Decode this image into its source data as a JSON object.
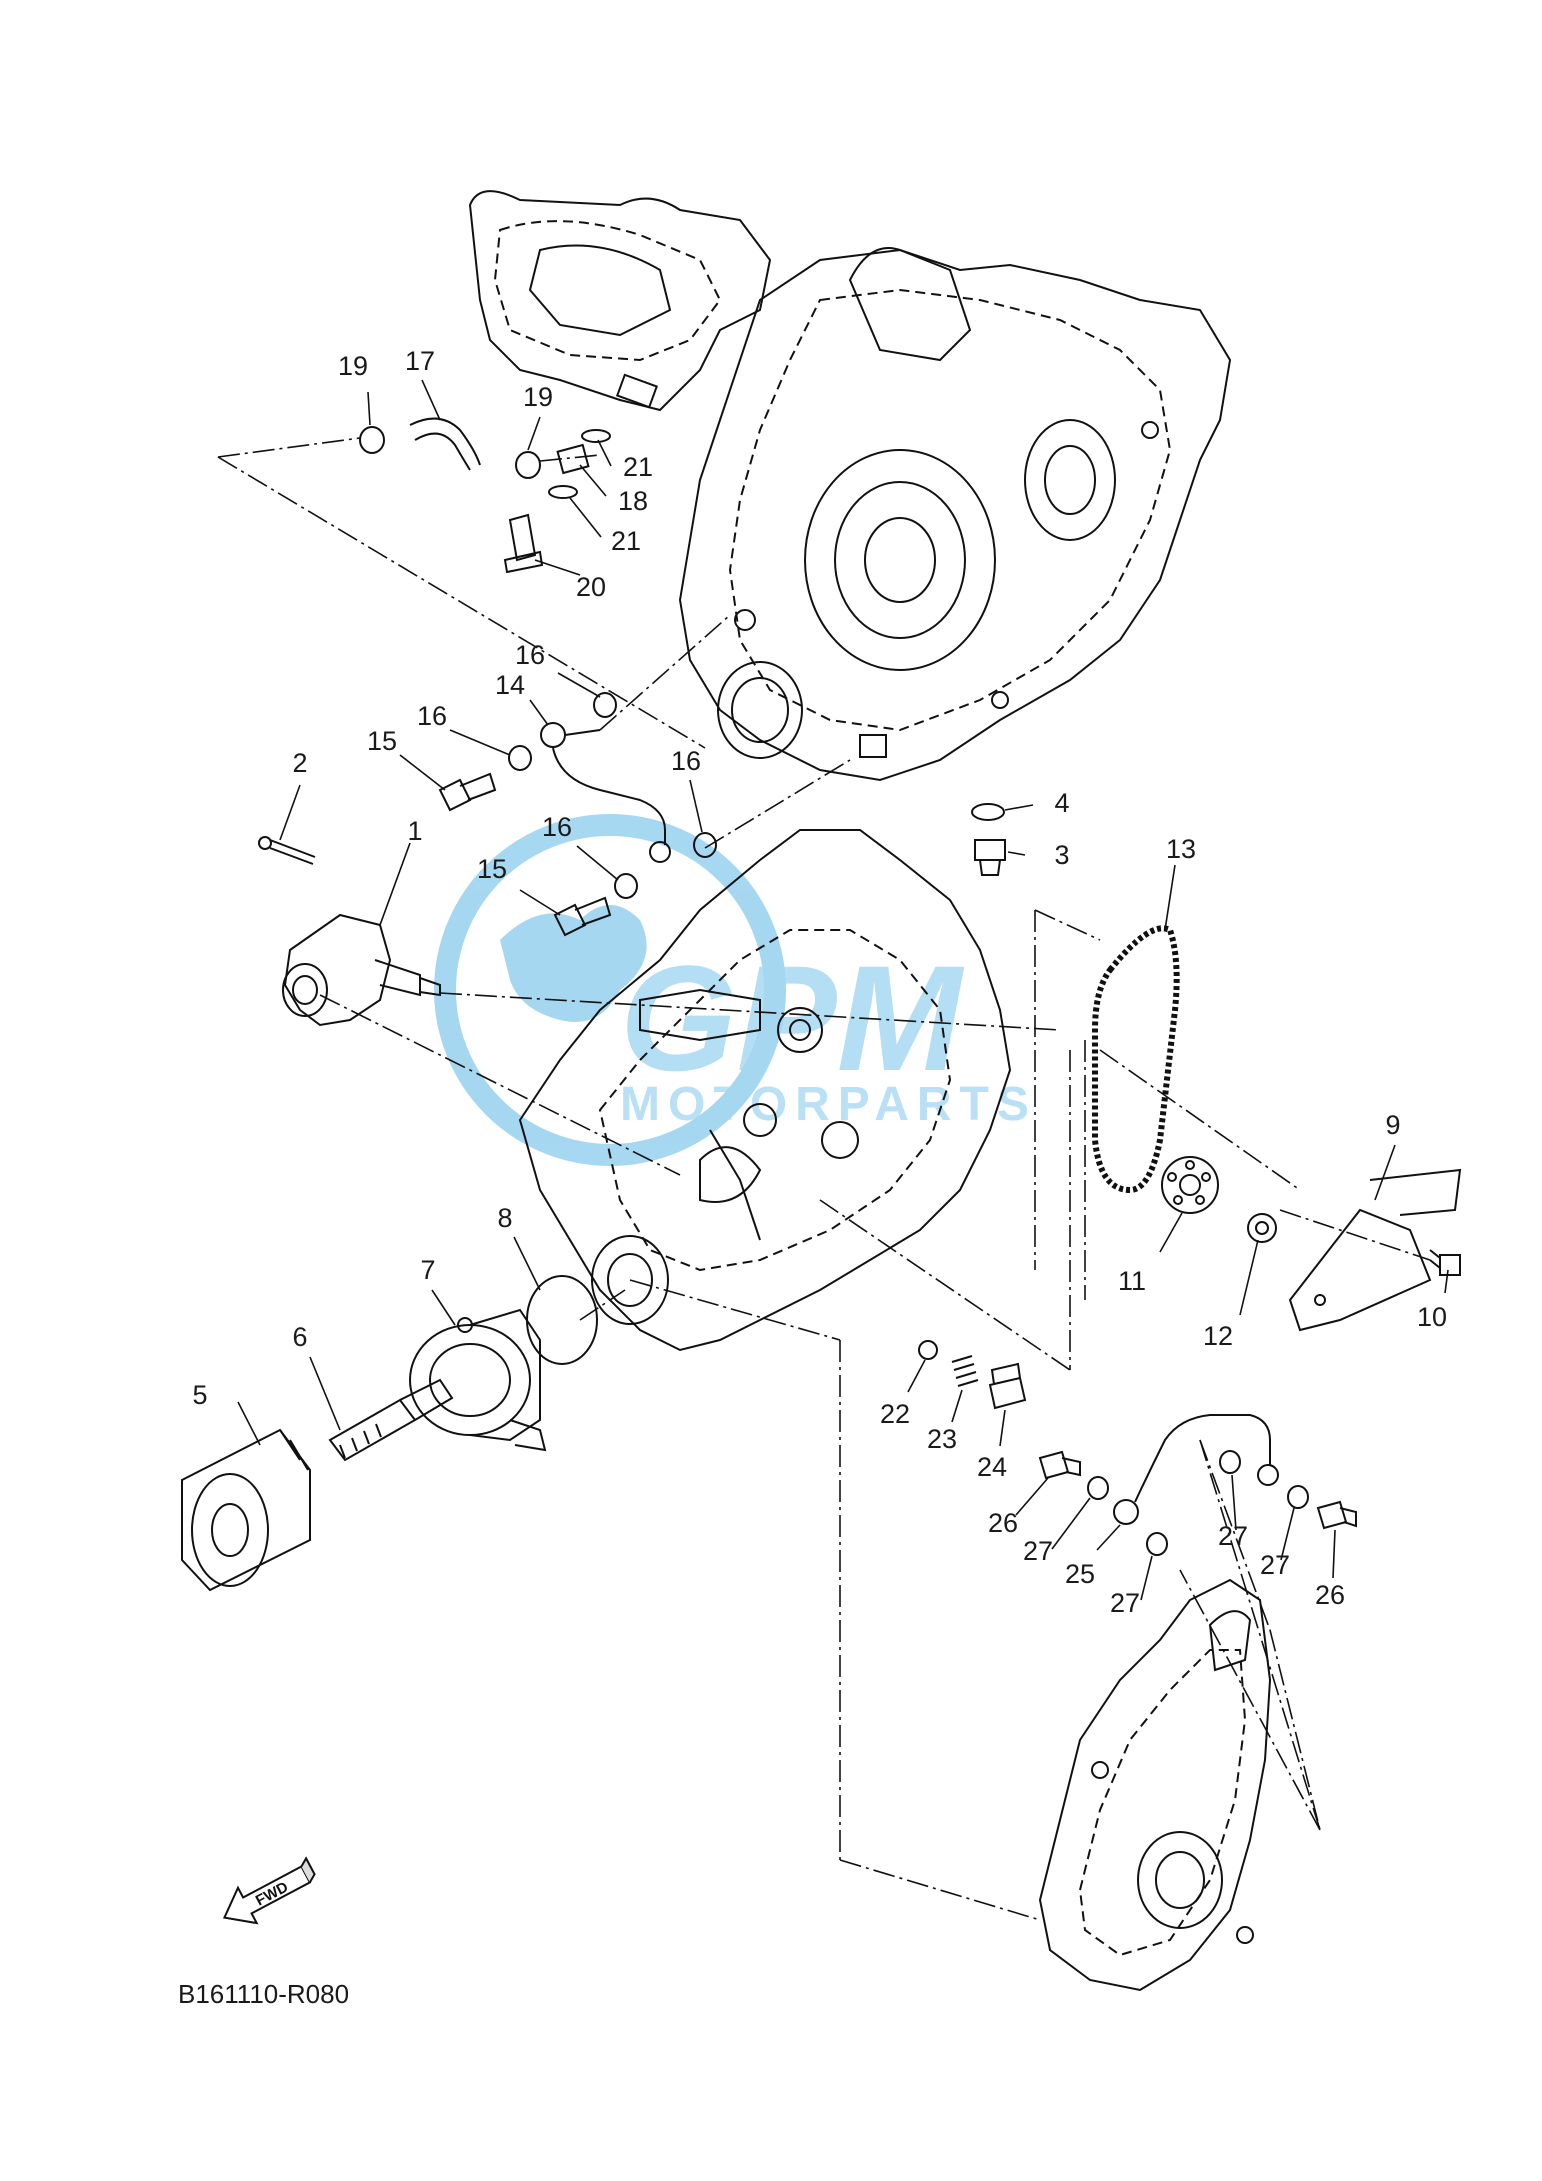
{
  "diagram": {
    "code": "B161110-R080",
    "fwd_label": "FWD",
    "watermark": {
      "brand": "GPM",
      "sub": "MOTORPARTS",
      "color": "#5fb8e6"
    },
    "callouts": [
      {
        "id": "c1",
        "label": "1"
      },
      {
        "id": "c2",
        "label": "2"
      },
      {
        "id": "c3",
        "label": "3"
      },
      {
        "id": "c4",
        "label": "4"
      },
      {
        "id": "c5",
        "label": "5"
      },
      {
        "id": "c6",
        "label": "6"
      },
      {
        "id": "c7",
        "label": "7"
      },
      {
        "id": "c8",
        "label": "8"
      },
      {
        "id": "c9",
        "label": "9"
      },
      {
        "id": "c10",
        "label": "10"
      },
      {
        "id": "c11",
        "label": "11"
      },
      {
        "id": "c12",
        "label": "12"
      },
      {
        "id": "c13",
        "label": "13"
      },
      {
        "id": "c14",
        "label": "14"
      },
      {
        "id": "c15a",
        "label": "15"
      },
      {
        "id": "c15b",
        "label": "15"
      },
      {
        "id": "c16a",
        "label": "16"
      },
      {
        "id": "c16b",
        "label": "16"
      },
      {
        "id": "c16c",
        "label": "16"
      },
      {
        "id": "c16d",
        "label": "16"
      },
      {
        "id": "c17",
        "label": "17"
      },
      {
        "id": "c18",
        "label": "18"
      },
      {
        "id": "c19a",
        "label": "19"
      },
      {
        "id": "c19b",
        "label": "19"
      },
      {
        "id": "c20",
        "label": "20"
      },
      {
        "id": "c21a",
        "label": "21"
      },
      {
        "id": "c21b",
        "label": "21"
      },
      {
        "id": "c22",
        "label": "22"
      },
      {
        "id": "c23",
        "label": "23"
      },
      {
        "id": "c24",
        "label": "24"
      },
      {
        "id": "c25",
        "label": "25"
      },
      {
        "id": "c26a",
        "label": "26"
      },
      {
        "id": "c26b",
        "label": "26"
      },
      {
        "id": "c27a",
        "label": "27"
      },
      {
        "id": "c27b",
        "label": "27"
      },
      {
        "id": "c27c",
        "label": "27"
      },
      {
        "id": "c27d",
        "label": "27"
      }
    ]
  }
}
